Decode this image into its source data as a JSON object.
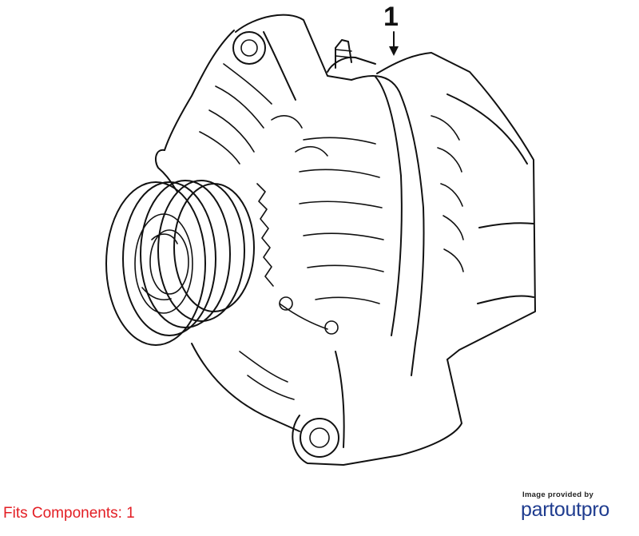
{
  "callout": {
    "number": "1"
  },
  "footer": {
    "fits_text": "Fits Components: 1",
    "provided_by": "Image provided by",
    "logo_part": "part",
    "logo_out": "out",
    "logo_pro": "pro"
  },
  "colors": {
    "fits_text": "#e31e24",
    "logo": "#1f3c8f",
    "line": "#111111"
  },
  "icons": {
    "logo": "partoutpro-logo"
  }
}
